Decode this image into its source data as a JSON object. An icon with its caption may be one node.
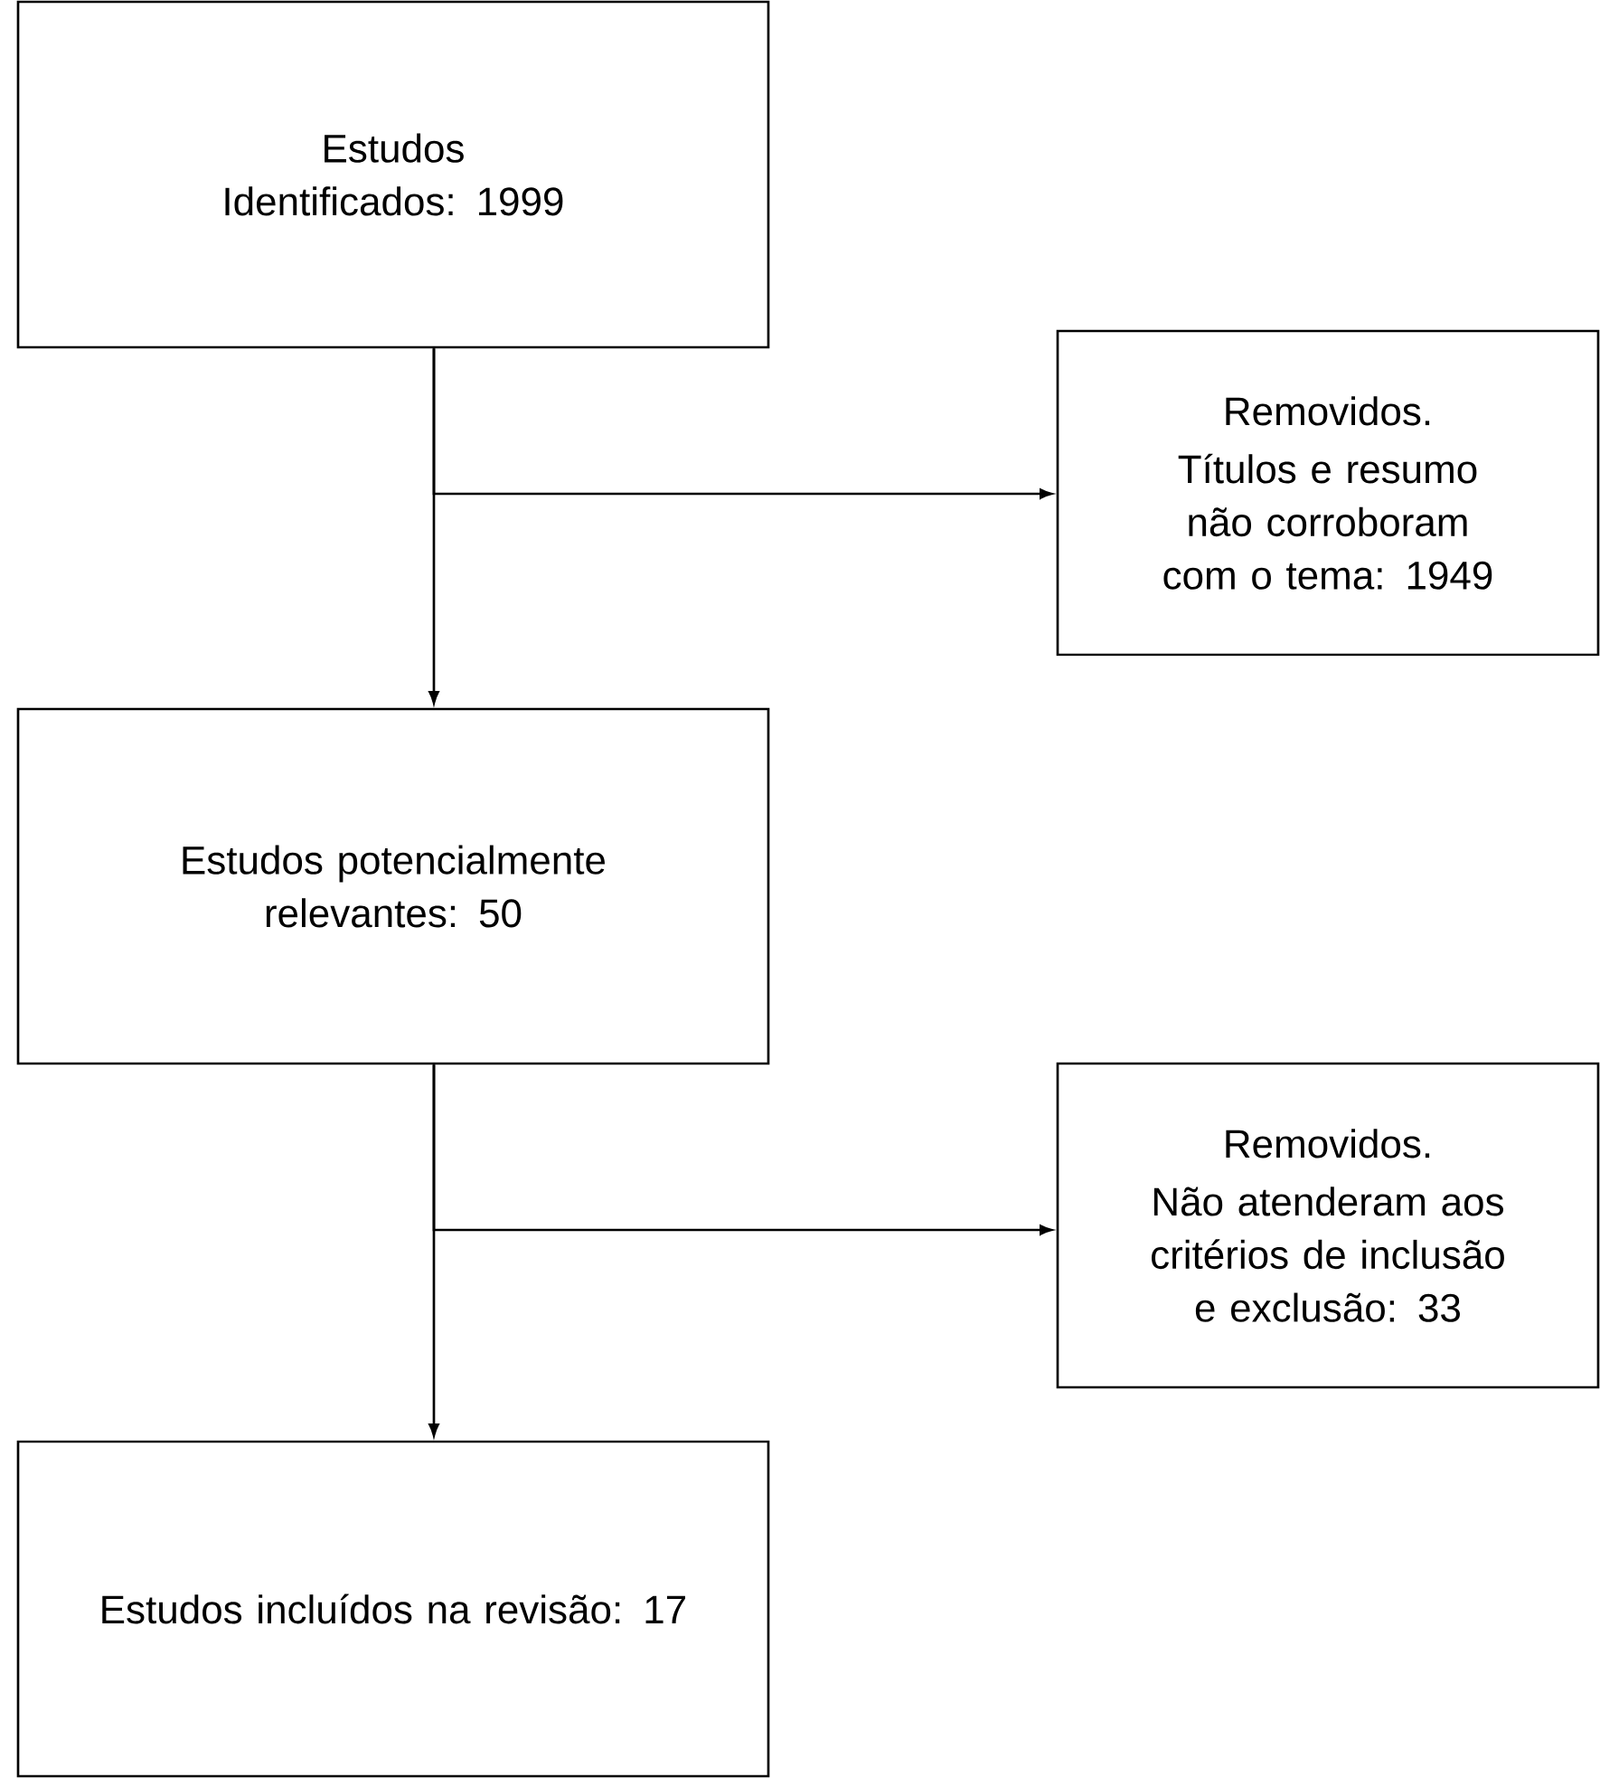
{
  "diagram": {
    "nodes": [
      {
        "text": [
          "Estudos Identificados: 1999"
        ]
      },
      {
        "text": [
          "Removidos.",
          "Títulos e resumo não corroboram com o tema: 1949"
        ]
      },
      {
        "text": [
          "Estudos potencialmente relevantes: 50"
        ]
      },
      {
        "text": [
          "Removidos.",
          "Não atenderam aos critérios de inclusão e exclusão: 33"
        ]
      },
      {
        "text": [
          "Estudos incluídos na revisão: 17"
        ]
      }
    ],
    "edges": [
      {
        "from": 0,
        "to": 2,
        "arrow": "to"
      },
      {
        "from": 0,
        "to": 1,
        "arrow": "to"
      },
      {
        "from": 2,
        "to": 4,
        "arrow": "to"
      },
      {
        "from": 2,
        "to": 3,
        "arrow": "to"
      }
    ]
  }
}
